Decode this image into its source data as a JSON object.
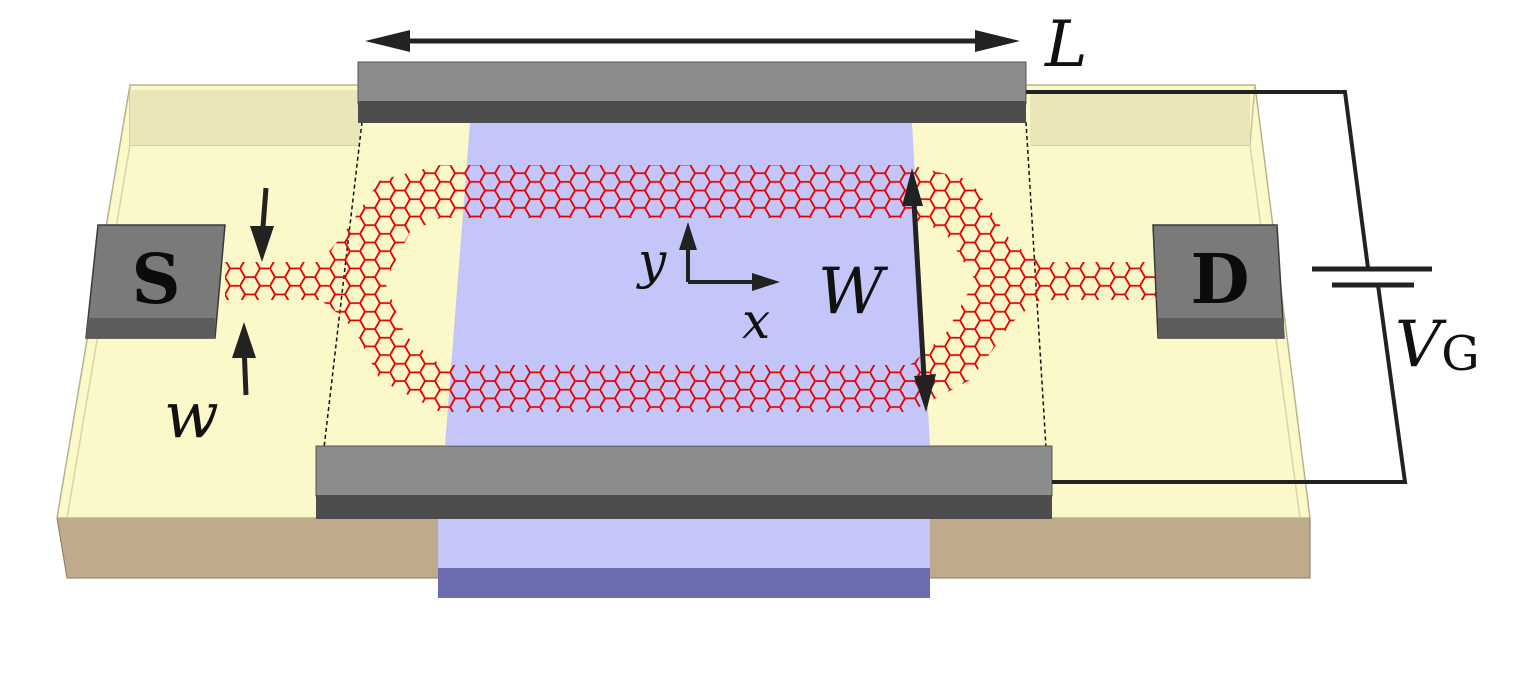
{
  "labels": {
    "source": "S",
    "drain": "D",
    "length": "L",
    "width_big": "W",
    "width_small": "w",
    "axis_x": "x",
    "axis_y": "y",
    "gate_voltage": "V",
    "gate_voltage_sub": "G"
  },
  "colors": {
    "substrate_top": "#fbf8c9",
    "substrate_front": "#bfab8c",
    "gate_bar": "#8c8c8c",
    "gate_bar_dark": "#4d4d4d",
    "pad": "#7a7a7a",
    "channel": "#c4c6f9",
    "channel_front": "#6b6db0",
    "graphene": "#e60000",
    "wire": "#222222"
  }
}
